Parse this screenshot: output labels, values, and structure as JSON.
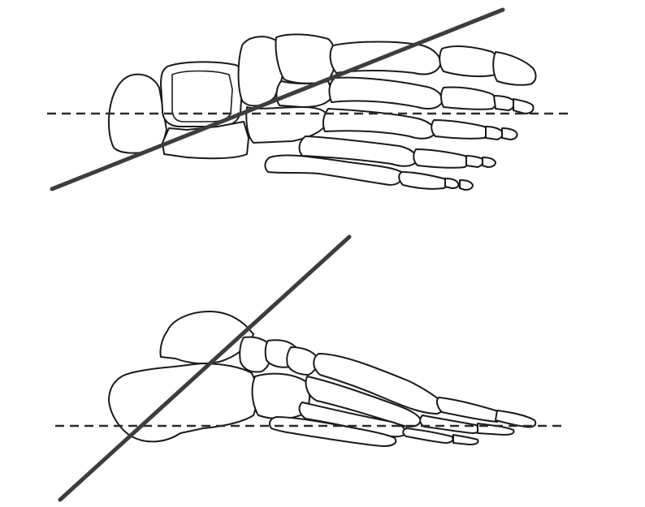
{
  "figure": {
    "panels": [
      {
        "id": "top",
        "view": "dorsal-view",
        "reference": "dashed-horizontal-line",
        "axis": "solid-oblique-line"
      },
      {
        "id": "bottom",
        "view": "lateral-view",
        "reference": "dashed-horizontal-line",
        "axis": "solid-oblique-line"
      }
    ],
    "colors": {
      "bone_outline": "#1a1a1a",
      "axis_line": "#3d3d3d",
      "dashed_line": "#2b2b2b",
      "background": "#ffffff"
    }
  }
}
